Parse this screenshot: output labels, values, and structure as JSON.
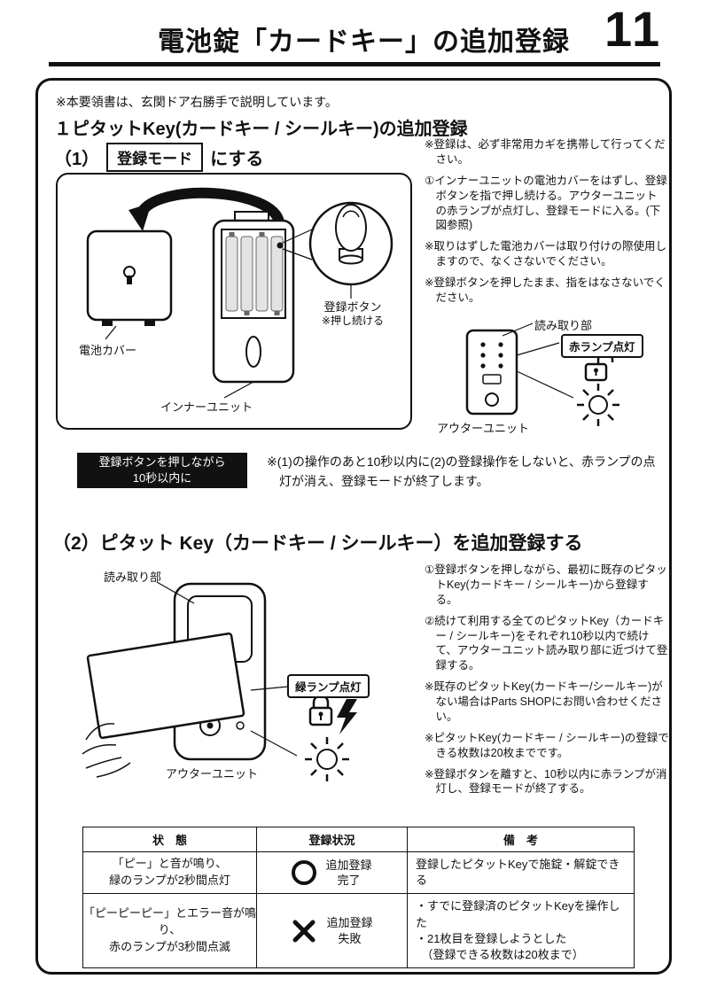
{
  "header": {
    "title": "電池錠「カードキー」の追加登録",
    "page_number": "11"
  },
  "intro_note": "※本要領書は、玄関ドア右勝手で説明しています。",
  "section1": {
    "title": "１ピタットKey(カードキー / シールキー)の追加登録",
    "step": {
      "prefix": "（1）",
      "mode_box": "登録モード",
      "suffix": "にする"
    },
    "notes": [
      "※登録は、必ず非常用カギを携帯して行ってください。",
      "①インナーユニットの電池カバーをはずし、登録ボタンを指で押し続ける。アウターユニットの赤ランプが点灯し、登録モードに入る。(下図参照)",
      "※取りはずした電池カバーは取り付けの際使用しますので、なくさないでください。",
      "※登録ボタンを押したまま、指をはなさないでください。"
    ],
    "inner_diagram": {
      "battery_cover": "電池カバー",
      "inner_unit": "インナーユニット",
      "register_button": "登録ボタン",
      "keep_pressing": "※押し続ける"
    },
    "outer_diagram": {
      "reading_part": "読み取り部",
      "red_lamp": "赤ランプ点灯",
      "outer_unit": "アウターユニット"
    },
    "badge": {
      "line1": "登録ボタンを押しながら",
      "line2": "10秒以内に"
    },
    "timeout_note": "※(1)の操作のあと10秒以内に(2)の登録操作をしないと、赤ランプの点灯が消え、登録モードが終了します。"
  },
  "section2": {
    "title": "（2）ピタット Key（カードキー / シールキー）を追加登録する",
    "diagram": {
      "reading_part": "読み取り部",
      "outer_unit": "アウターユニット",
      "green_lamp": "緑ランプ点灯"
    },
    "notes": [
      "①登録ボタンを押しながら、最初に既存のピタットKey(カードキー / シールキー)から登録する。",
      "②続けて利用する全てのピタットKey（カードキー / シールキー)をそれぞれ10秒以内で続けて、アウターユニット読み取り部に近づけて登録する。",
      "※既存のピタットKey(カードキー/シールキー)がない場合はParts SHOPにお問い合わせください。",
      "※ピタットKey(カードキー / シールキー)の登録できる枚数は20枚までです。",
      "※登録ボタンを離すと、10秒以内に赤ランプが消灯し、登録モードが終了する。"
    ]
  },
  "result_table": {
    "headers": [
      "状　態",
      "登録状況",
      "備　考"
    ],
    "rows": [
      {
        "state": "「ピー」と音が鳴り、\n緑のランプが2秒間点灯",
        "status": "追加登録\n完了",
        "remark": "登録したピタットKeyで施錠・解錠できる"
      },
      {
        "state": "「ピーピーピー」とエラー音が鳴り、\n赤のランプが3秒間点滅",
        "status": "追加登録\n失敗",
        "remark": "・すでに登録済のピタットKeyを操作した\n・21枚目を登録しようとした\n　（登録できる枚数は20枚まで）"
      }
    ]
  }
}
